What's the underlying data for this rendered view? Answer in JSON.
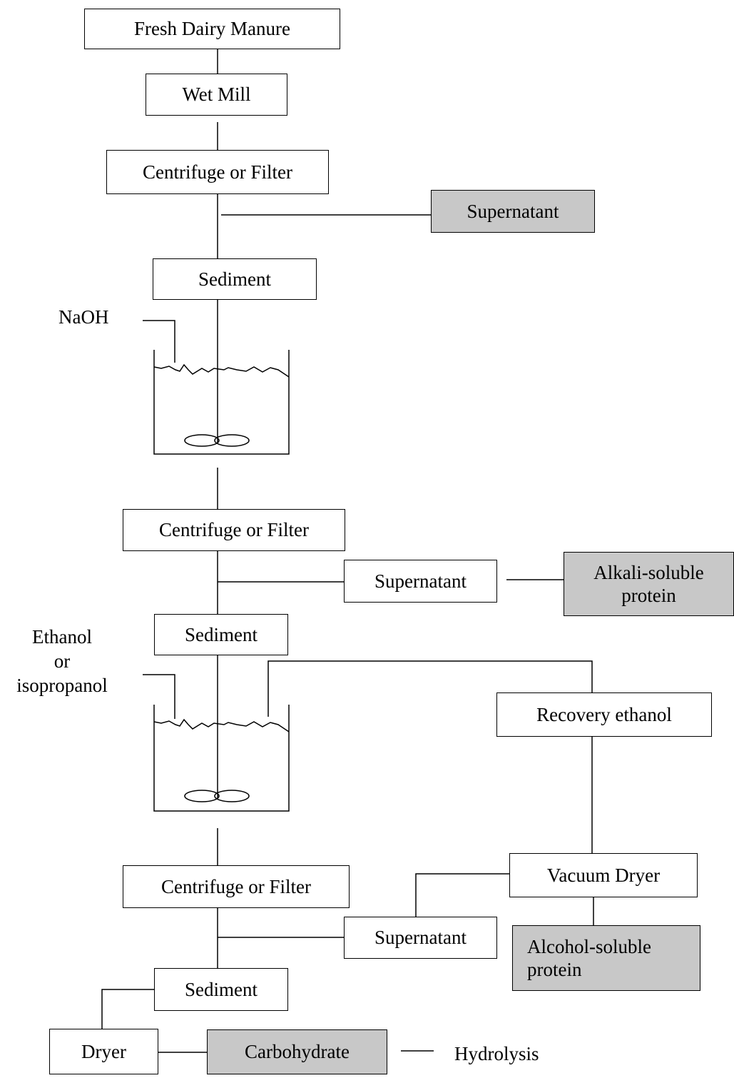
{
  "diagram": {
    "nodes": {
      "fresh_dairy_manure": "Fresh Dairy Manure",
      "wet_mill": "Wet Mill",
      "centrifuge_1": "Centrifuge or Filter",
      "supernatant_1": "Supernatant",
      "sediment_1": "Sediment",
      "centrifuge_2": "Centrifuge or Filter",
      "supernatant_2": "Supernatant",
      "alkali_protein": "Alkali-soluble\nprotein",
      "sediment_2": "Sediment",
      "recovery_ethanol": "Recovery ethanol",
      "centrifuge_3": "Centrifuge or Filter",
      "vacuum_dryer": "Vacuum Dryer",
      "supernatant_3": "Supernatant",
      "alcohol_protein": "Alcohol-soluble\nprotein",
      "sediment_3": "Sediment",
      "dryer": "Dryer",
      "carbohydrate": "Carbohydrate"
    },
    "labels": {
      "naoh": "NaOH",
      "solvent": "Ethanol\nor\nisopropanol",
      "hydrolysis": "Hydrolysis"
    },
    "colors": {
      "product_fill": "#c8c8c8",
      "box_fill": "#ffffff",
      "line": "#000000"
    },
    "icons": [
      "mixing-tank-icon",
      "mixing-tank-icon"
    ]
  }
}
